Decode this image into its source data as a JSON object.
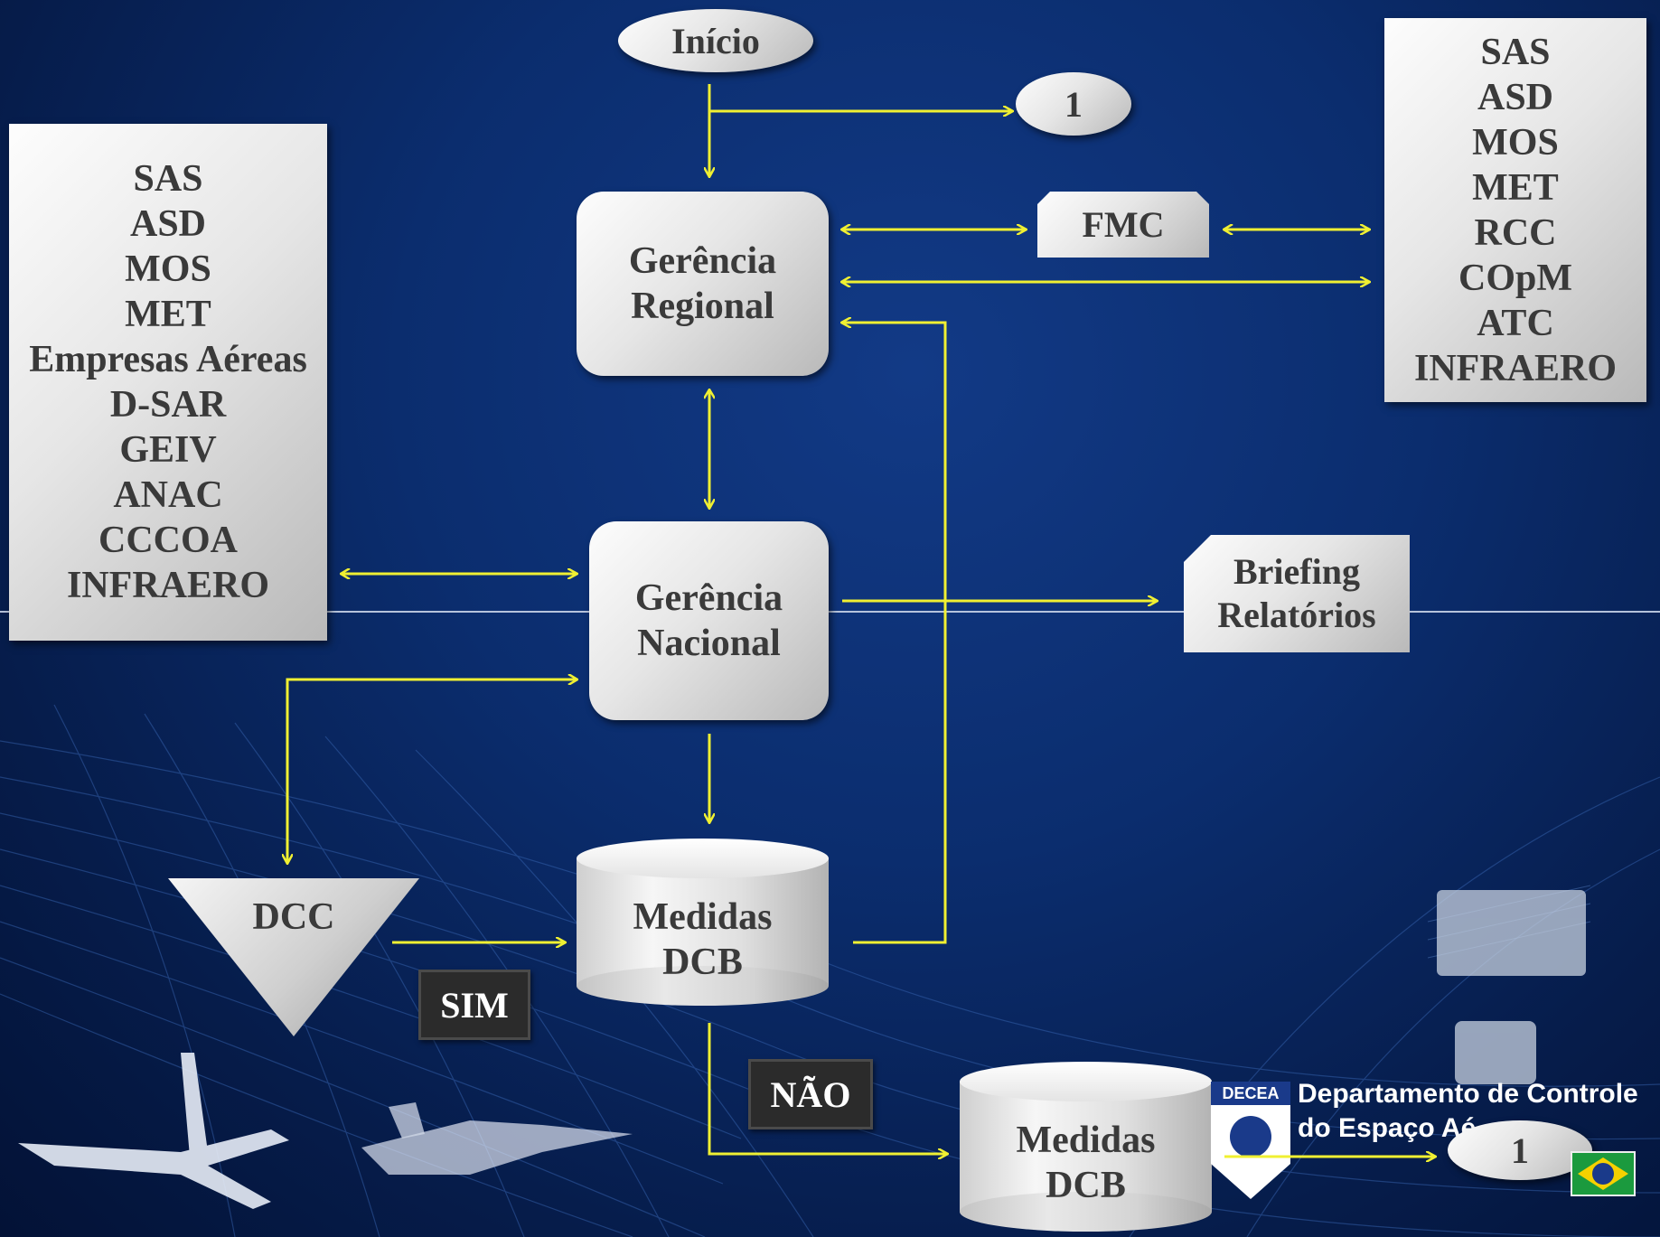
{
  "start": "Início",
  "connector_top": "1",
  "connector_bottom": "1",
  "gerencia_regional": [
    "Gerência",
    "Regional"
  ],
  "gerencia_nacional": [
    "Gerência",
    "Nacional"
  ],
  "fmc": "FMC",
  "briefing": [
    "Briefing",
    "Relatórios"
  ],
  "dcc": "DCC",
  "medidas_dcb_1": [
    "Medidas",
    "DCB"
  ],
  "medidas_dcb_2": [
    "Medidas",
    "DCB"
  ],
  "sim": "SIM",
  "nao": "NÃO",
  "left_list": [
    "SAS",
    "ASD",
    "MOS",
    "MET",
    "Empresas Aéreas",
    "D-SAR",
    "GEIV",
    "ANAC",
    "CCCOA",
    "INFRAERO"
  ],
  "right_list": [
    "SAS",
    "ASD",
    "MOS",
    "MET",
    "RCC",
    "COpM",
    "ATC",
    "INFRAERO"
  ],
  "footer": {
    "logo_text": "DECEA",
    "org_line1": "Departamento de Controle",
    "org_line2": "do Espaço Aé"
  },
  "colors": {
    "arrow": "#f0f032",
    "box_text": "#3a3a3a",
    "background": "#0b2d6e"
  }
}
